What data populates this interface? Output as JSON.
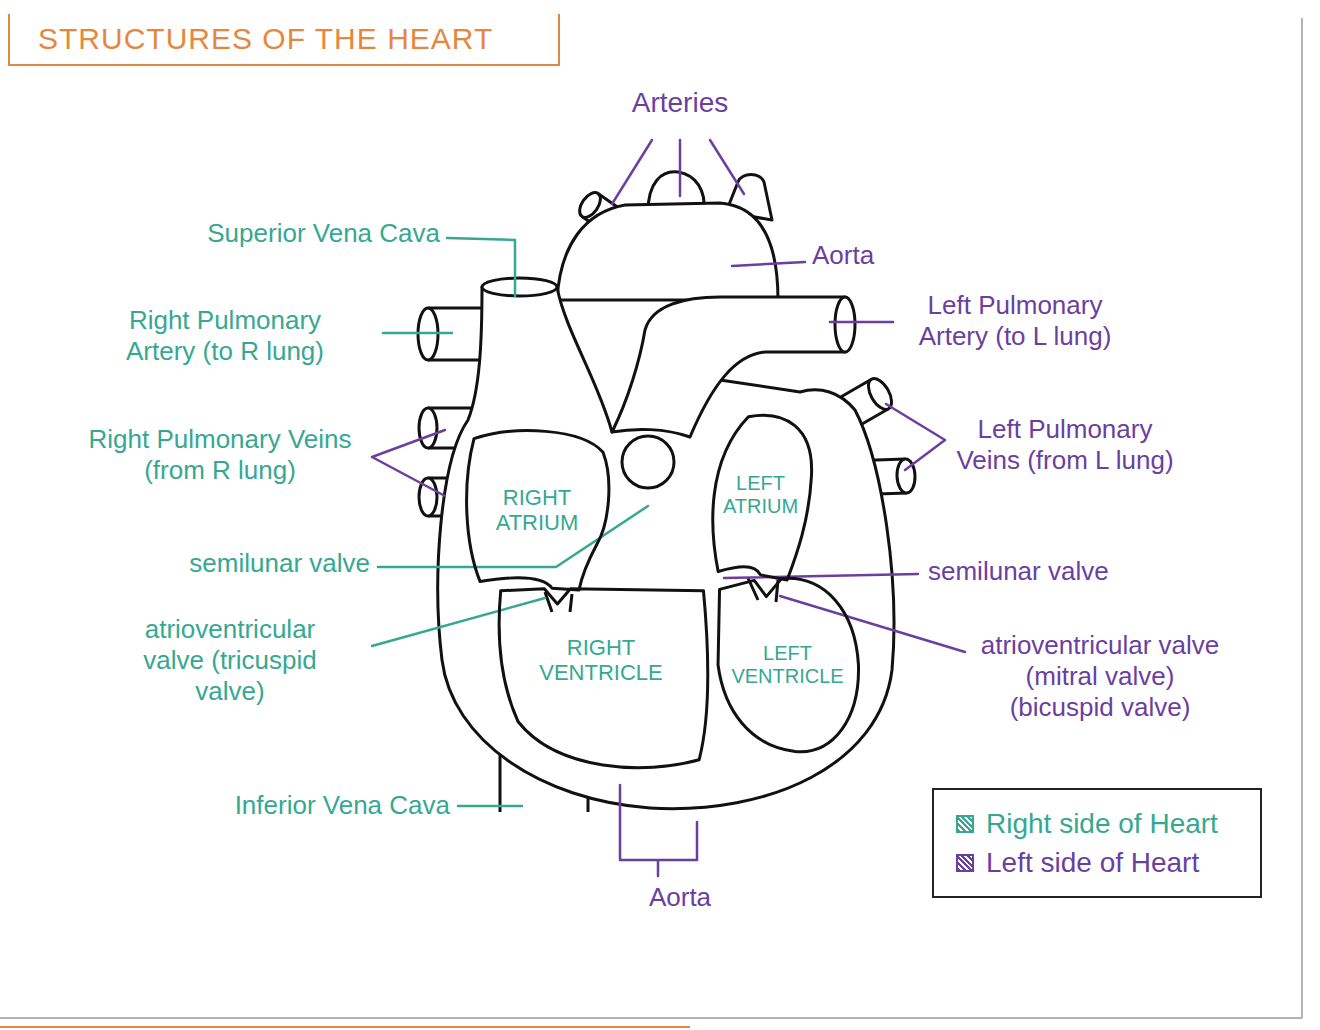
{
  "diagram": {
    "title": "STRUCTURES OF THE HEART",
    "nodes": [
      {
        "text": [
          "RIGHT ATRIUM"
        ]
      },
      {
        "text": [
          "LEFT ATRIUM"
        ]
      },
      {
        "text": [
          "RIGHT VENTRICLE"
        ]
      },
      {
        "text": [
          "LEFT VENTRICLE"
        ]
      }
    ],
    "labels": [
      "Arteries",
      "Superior Vena Cava",
      "Aorta",
      "Right Pulmonary Artery (to R lung)",
      "Left Pulmonary Artery (to L lung)",
      "Right Pulmonary Veins (from R lung)",
      "Left Pulmonary Veins (from L lung)",
      "semilunar valve",
      "atrioventricular valve (tricuspid valve)",
      "semilunar valve",
      "atrioventricular valve (mitral valve) (bicuspid valve)",
      "Inferior Vena Cava",
      "Aorta"
    ],
    "legend": [
      {
        "text": "Right side of Heart",
        "color": "#36a891"
      },
      {
        "text": "Left side of Heart",
        "color": "#6b3fa0"
      }
    ]
  }
}
